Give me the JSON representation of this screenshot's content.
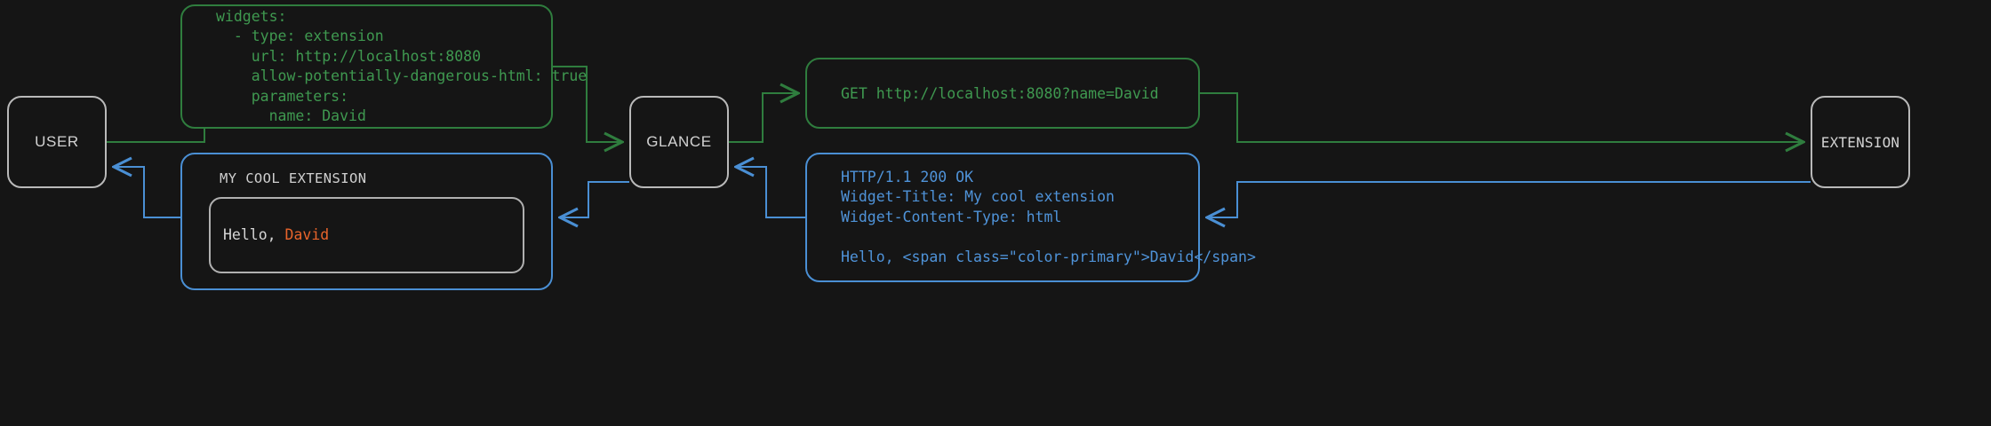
{
  "diagram": {
    "title": "Glance extension request/response flow",
    "background_color": "#151515",
    "colors": {
      "request_green": "#3f9950",
      "response_blue": "#4f93d9",
      "node_border": "#b9b9b9",
      "node_text": "#d2d2d2",
      "accent_orange": "#e8642b"
    }
  },
  "nodes": {
    "user": {
      "label": "USER"
    },
    "glance": {
      "label": "GLANCE"
    },
    "extension": {
      "label": "EXTENSION"
    }
  },
  "panels": {
    "config": {
      "color": "#3f9950",
      "lines": [
        "widgets:",
        "  - type: extension",
        "    url: http://localhost:8080",
        "    allow-potentially-dangerous-html: true",
        "    parameters:",
        "      name: David"
      ],
      "text": "widgets:\n  - type: extension\n    url: http://localhost:8080\n    allow-potentially-dangerous-html: true\n    parameters:\n      name: David"
    },
    "request": {
      "color": "#3f9950",
      "text": "GET http://localhost:8080?name=David"
    },
    "response": {
      "color": "#4f93d9",
      "lines": [
        "HTTP/1.1 200 OK",
        "Widget-Title: My cool extension",
        "Widget-Content-Type: html",
        "",
        "Hello, <span class=\"color-primary\">David</span>"
      ],
      "text": "HTTP/1.1 200 OK\nWidget-Title: My cool extension\nWidget-Content-Type: html\n\nHello, <span class=\"color-primary\">David</span>"
    },
    "rendered_widget": {
      "color": "#4f93d9",
      "title": "MY COOL EXTENSION",
      "greeting_prefix": "Hello, ",
      "greeting_name": "David"
    }
  }
}
